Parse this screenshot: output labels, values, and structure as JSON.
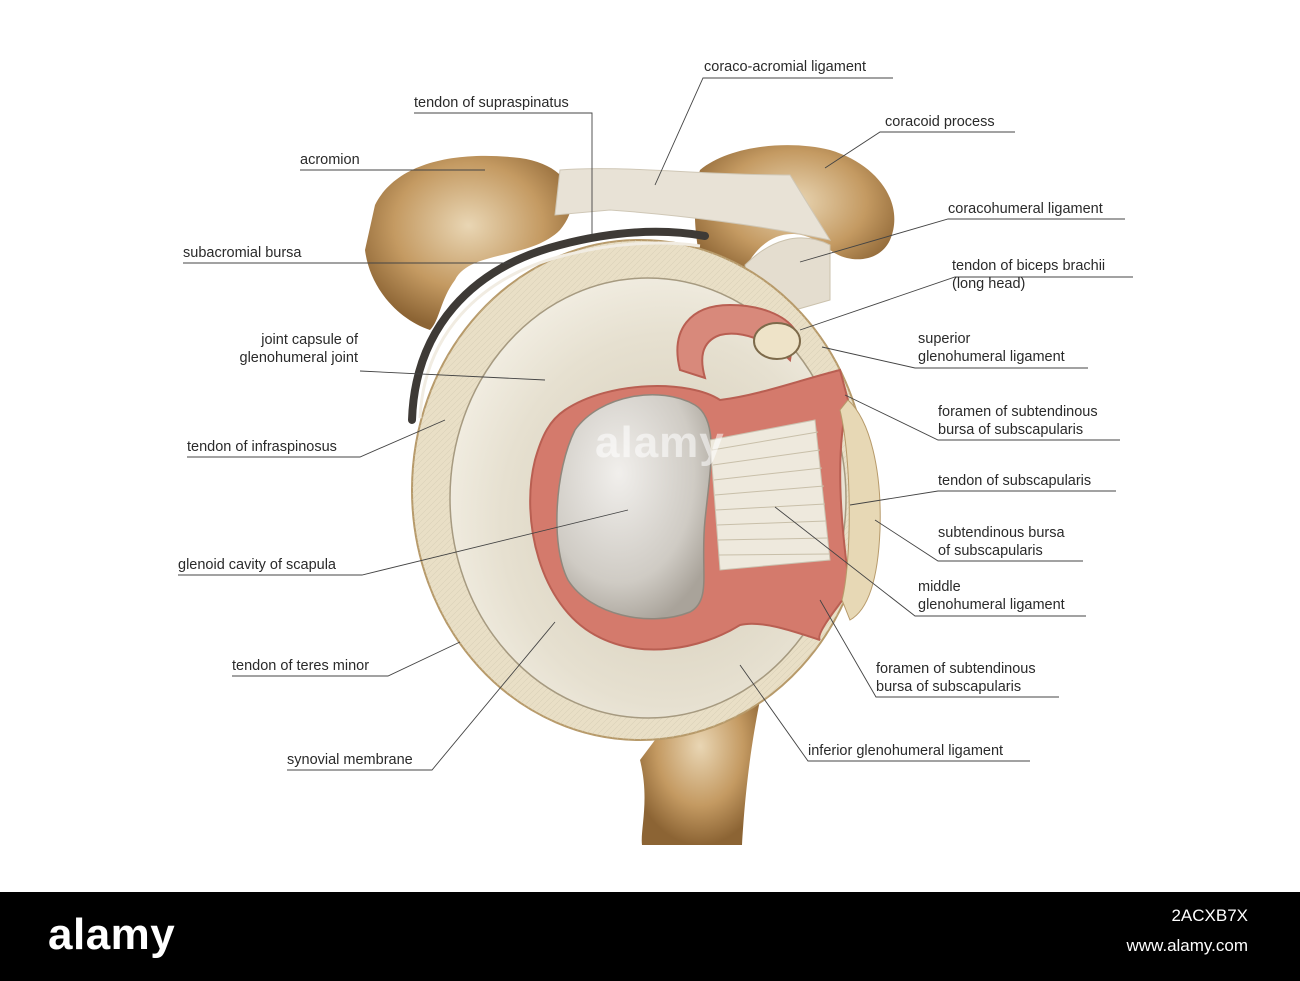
{
  "labels": {
    "coraco_acromial_ligament": "coraco-acromial ligament",
    "tendon_of_supraspinatus": "tendon of supraspinatus",
    "coracoid_process": "coracoid process",
    "acromion": "acromion",
    "coracohumeral_ligament": "coracohumeral ligament",
    "subacromial_bursa": "subacromial bursa",
    "tendon_of_biceps_1": "tendon of biceps brachii",
    "tendon_of_biceps_2": "(long head)",
    "joint_capsule_1": "joint capsule of",
    "joint_capsule_2": "glenohumeral joint",
    "superior_gh_1": "superior",
    "superior_gh_2": "glenohumeral ligament",
    "foramen_upper_1": "foramen of subtendinous",
    "foramen_upper_2": "bursa of subscapularis",
    "tendon_of_infraspinosus": "tendon of infraspinosus",
    "tendon_of_subscapularis": "tendon of subscapularis",
    "subtendinous_bursa_1": "subtendinous bursa",
    "subtendinous_bursa_2": "of subscapularis",
    "glenoid_cavity": "glenoid cavity of scapula",
    "middle_gh_1": "middle",
    "middle_gh_2": "glenohumeral ligament",
    "tendon_of_teres_minor": "tendon of teres minor",
    "foramen_lower_1": "foramen of subtendinous",
    "foramen_lower_2": "bursa of subscapularis",
    "synovial_membrane": "synovial membrane",
    "inferior_gh": "inferior glenohumeral ligament"
  },
  "watermark": "alamy",
  "footer": {
    "logo": "alamy",
    "image_id": "2ACXB7X",
    "url": "www.alamy.com"
  },
  "colors": {
    "bone": "#b58a55",
    "capsule": "#ddd6c4",
    "labrum": "#d3786b",
    "cartilage": "#d9d6d0"
  }
}
